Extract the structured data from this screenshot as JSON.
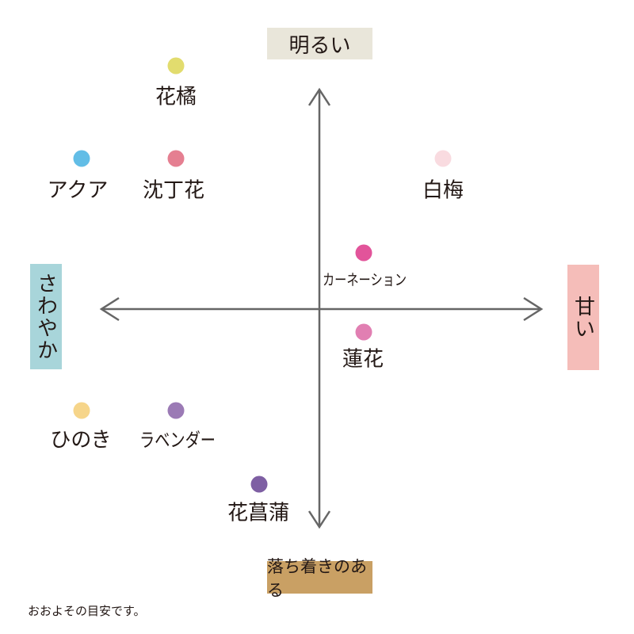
{
  "axes": {
    "top": {
      "label": "明るい",
      "color": "#e9e6da"
    },
    "bottom": {
      "label": "落ち着きのある",
      "color": "#c9a064"
    },
    "left": {
      "label": "さわやか",
      "color": "#a8d5da"
    },
    "right": {
      "label": "甘い",
      "color": "#f5bdb9"
    }
  },
  "items": [
    {
      "label": "花橘",
      "color": "#e2dc6e"
    },
    {
      "label": "アクア",
      "color": "#62bde6"
    },
    {
      "label": "沈丁花",
      "color": "#e57f91"
    },
    {
      "label": "白梅",
      "color": "#f9dbe0"
    },
    {
      "label": "カーネーション",
      "color": "#e2549a"
    },
    {
      "label": "蓮花",
      "color": "#e17fb2"
    },
    {
      "label": "ひのき",
      "color": "#f6d58a"
    },
    {
      "label": "ラベンダー",
      "color": "#9b7ab5"
    },
    {
      "label": "花菖蒲",
      "color": "#7e5fa3"
    }
  ],
  "note": "おおよその目安です。"
}
